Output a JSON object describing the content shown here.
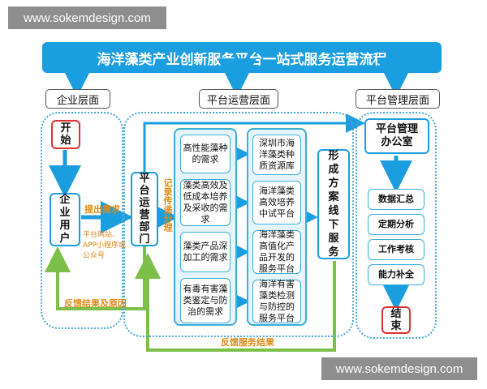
{
  "watermark_top": "www.sokemdesign.com",
  "watermark_bottom": "www.sokemdesign.com",
  "title": "海洋藻类产业创新服务平台一站式服务运营流程",
  "levels": {
    "enterprise": "企业层面",
    "platform_ops": "平台运营层面",
    "platform_mgmt": "平台管理层面"
  },
  "start": "开始",
  "enterprise_user": "企业用户",
  "ops_dept": "平台运营部门",
  "record": "记录传递分理",
  "submit_demand": "提出需求",
  "channels": "平台网站、APP小程序或公众号",
  "needs": [
    "高性能藻种的需求",
    "藻类高效及低成本培养及采收的需求",
    "藻类产品深加工的需求",
    "有毒有害藻类鉴定与防治的需求"
  ],
  "services": [
    "深圳市海洋藻类种质资源库",
    "海洋藻类高效培养中试平台",
    "海洋藻类高值化产品开发的服务平台",
    "海洋有害藻类检测与防控的服务平台"
  ],
  "offline_plan": "形成方案线下服务",
  "mgmt_office": "平台管理办公室",
  "mgmt_items": [
    "数据汇总",
    "定期分析",
    "工作考核",
    "能力补全"
  ],
  "end": "结束",
  "feedback_reason": "反馈结果及原因",
  "feedback_service": "反馈服务结果"
}
